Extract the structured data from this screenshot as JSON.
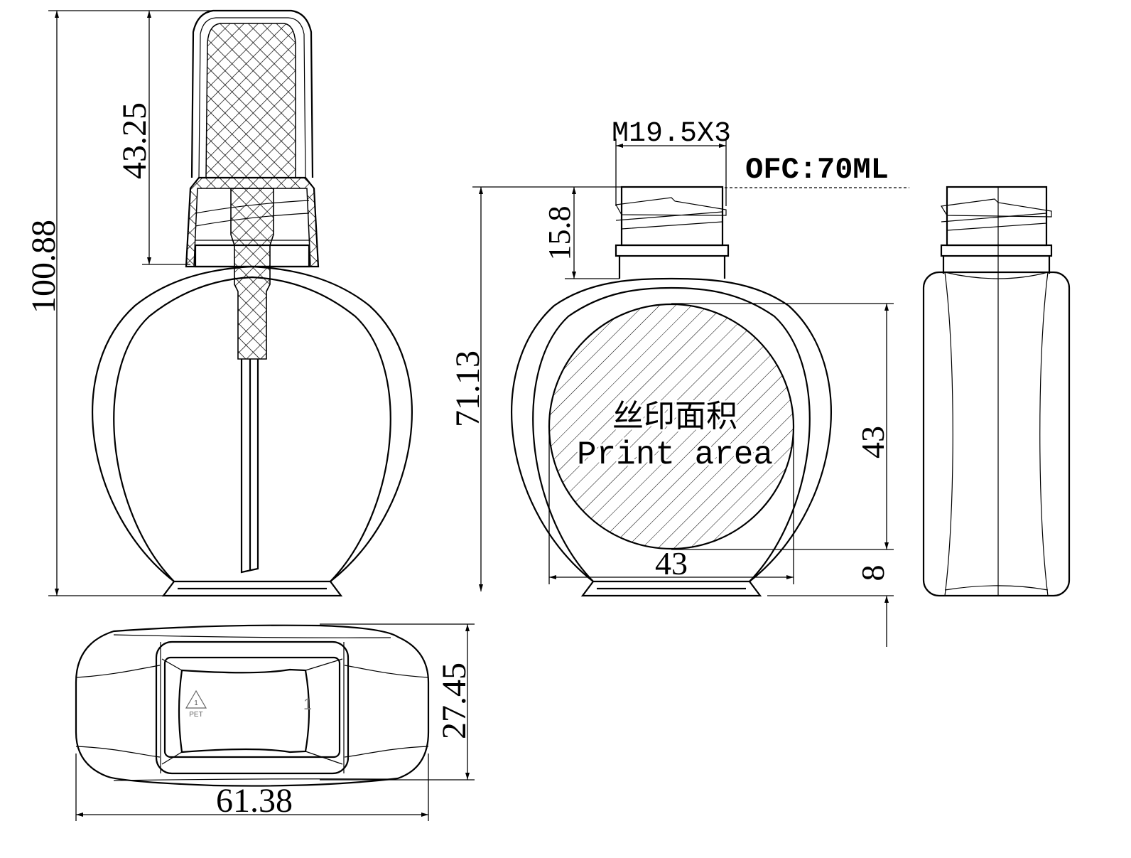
{
  "drawing": {
    "front_view": {
      "overall_height": "100.88",
      "pump_height": "43.25"
    },
    "middle_view": {
      "thread_spec": "M19.5X3",
      "capacity": "OFC:70ML",
      "body_height": "71.13",
      "neck_height": "15.8",
      "print_area_height": "43",
      "print_area_width": "43",
      "print_area_offset": "8",
      "print_area_label_cn": "丝印面积",
      "print_area_label_en": "Print area"
    },
    "bottom_view": {
      "width": "61.38",
      "depth": "27.45",
      "recycle_code": "1",
      "material": "PET",
      "cavity_number": "1"
    },
    "line_color": "#000000"
  }
}
